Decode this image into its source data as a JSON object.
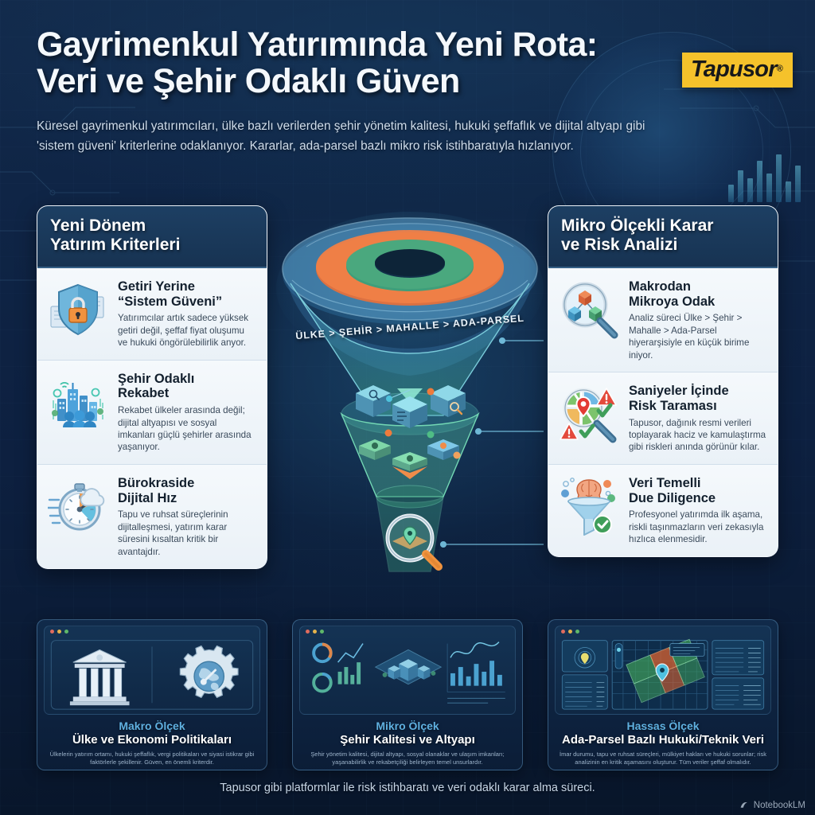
{
  "header": {
    "title_line1": "Gayrimenkul Yatırımında Yeni Rota:",
    "title_line2": "Veri ve Şehir Odaklı Güven",
    "logo_text": "Tapusor",
    "logo_mark": "®",
    "subtitle": "Küresel gayrimenkul yatırımcıları, ülke bazlı verilerden şehir yönetim kalitesi, hukuki şeffaflık ve dijital altyapı gibi 'sistem güveni' kriterlerine odaklanıyor. Kararlar, ada-parsel bazlı mikro risk istihbaratıyla hızlanıyor."
  },
  "left_panel": {
    "heading": "Yeni Dönem\nYatırım Kriterleri",
    "heading_line1": "Yeni Dönem",
    "heading_line2": "Yatırım Kriterleri",
    "cards": [
      {
        "icon": "shield-lock-icon",
        "title_line1": "Getiri Yerine",
        "title_line2": "“Sistem Güveni”",
        "body": "Yatırımcılar artık sadece yüksek getiri değil, şeffaf fiyat oluşumu ve hukuki öngörülebilirlik anyor."
      },
      {
        "icon": "smart-city-icon",
        "title_line1": "Şehir Odaklı",
        "title_line2": "Rekabet",
        "body": "Rekabet ülkeler arasında değil; dijital altyapısı ve sosyal imkanları güçlü şehirler arasında yaşanıyor."
      },
      {
        "icon": "stopwatch-cloud-icon",
        "title_line1": "Bürokraside",
        "title_line2": "Dijital Hız",
        "body": "Tapu ve ruhsat süreçlerinin dijitalleşmesi, yatırım karar süresini kısaltan kritik bir avantajdır."
      }
    ]
  },
  "right_panel": {
    "heading_line1": "Mikro Ölçekli Karar",
    "heading_line2": "ve Risk Analizi",
    "cards": [
      {
        "icon": "magnifier-cubes-icon",
        "title_line1": "Makrodan",
        "title_line2": "Mikroya Odak",
        "body": "Analiz süreci Ülke > Şehir > Mahalle > Ada-Parsel hiyerarşisiyle en küçük birime iniyor."
      },
      {
        "icon": "magnifier-map-risk-icon",
        "title_line1": "Saniyeler İçinde",
        "title_line2": "Risk Taraması",
        "body": "Tapusor, dağınık resmi verileri toplayarak haciz ve kamulaştırma gibi riskleri anında görünür kılar."
      },
      {
        "icon": "brain-funnel-icon",
        "title_line1": "Veri Temelli",
        "title_line2": "Due Diligence",
        "body": "Profesyonel yatırımda ilk aşama, riskli taşınmazların veri zekasıyla hızlıca elenmesidir."
      }
    ]
  },
  "funnel": {
    "hierarchy_label": "ÜLKE > ŞEHİR > MAHALLE > ADA-PARSEL",
    "ring_colors": [
      "#5a9ec9",
      "#e8703a",
      "#4aa87e"
    ],
    "stages": [
      "ÜLKE",
      "ŞEHİR",
      "MAHALLE",
      "ADA-PARSEL"
    ]
  },
  "scales": [
    {
      "kicker": "Makro Ölçek",
      "name": "Ülke ve Ekonomi Politikaları",
      "desc": "Ülkelerin yatırım ortamı, hukuki şeffaflık, vergi politikaları ve siyasi istikrar gibi faktörlerle şekillenir. Güven, en önemli kriterdir.",
      "visual": "bank-and-globe-gear-icons"
    },
    {
      "kicker": "Mikro Ölçek",
      "name": "Şehir Kalitesi ve Altyapı",
      "desc": "Şehir yönetim kalitesi, dijital altyapı, sosyal olanaklar ve ulaşım imkanları; yaşanabilirlik ve rekabetçiliği belirleyen temel unsurlardır.",
      "visual": "city-dashboard-charts"
    },
    {
      "kicker": "Hassas Ölçek",
      "name": "Ada-Parsel Bazlı Hukuki/Teknik Veri",
      "desc": "İmar durumu, tapu ve ruhsat süreçleri, mülkiyet hakları ve hukuki sorunlar; risk analizinin en kritik aşamasını oluşturur. Tüm veriler şeffaf olmalıdır.",
      "visual": "parcel-map-dashboard"
    }
  ],
  "footer": {
    "text": "Tapusor gibi platformlar ile risk istihbaratı ve veri odaklı karar alma süreci.",
    "watermark": "NotebookLM"
  },
  "colors": {
    "background_deep": "#0a1a33",
    "background_mid": "#12294a",
    "accent_blue": "#5fb0e0",
    "accent_yellow": "#f5c22b",
    "panel_header": "#1d3f63",
    "card_bg": "#f2f7fb",
    "ring_orange": "#e8703a",
    "ring_green": "#4aa87e",
    "risk_red": "#d9453a",
    "ok_green": "#3f9e5a"
  }
}
